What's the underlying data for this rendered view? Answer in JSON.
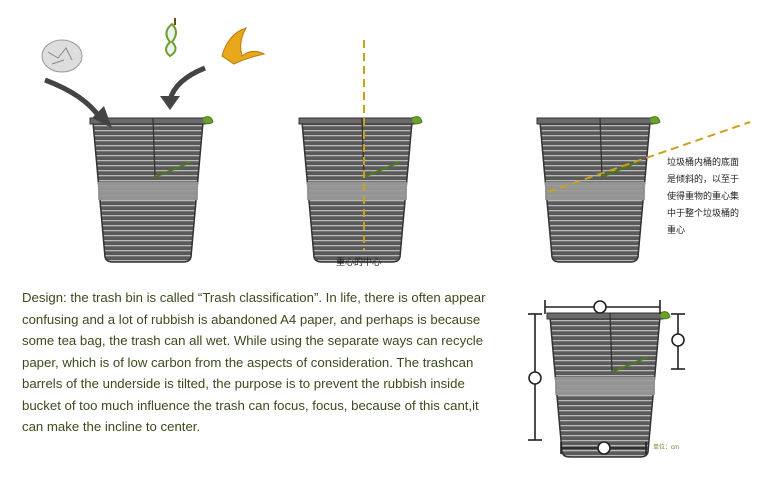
{
  "diagram": {
    "center_label": "重心的中心",
    "side_note_lines": [
      "垃圾桶内桶的底面",
      "是倾斜的，以至于",
      "使得重物的重心集",
      "中于整个垃圾桶的",
      "重心"
    ],
    "unit_label": "单位：cm",
    "description_lines": [
      "Design: the trash bin is called “Trash classification”. In life, there is often appear",
      "confusing and a lot of rubbish is abandoned A4 paper, and perhaps is because",
      "some tea bag, the trash can all wet. While using the separate ways can recycle",
      "paper, which is of low carbon from the aspects of consideration. The trashcan",
      "barrels of the underside is tilted, the purpose is to prevent the rubbish inside",
      "bucket of too much influence the trash can focus, focus, because of this cant,it",
      "can make the incline to center."
    ],
    "colors": {
      "accent_green": "#6aa12a",
      "dashed_yellow": "#c9a21a",
      "bin_gray": "#5e5e5e",
      "text": "#3b4a1c"
    }
  }
}
